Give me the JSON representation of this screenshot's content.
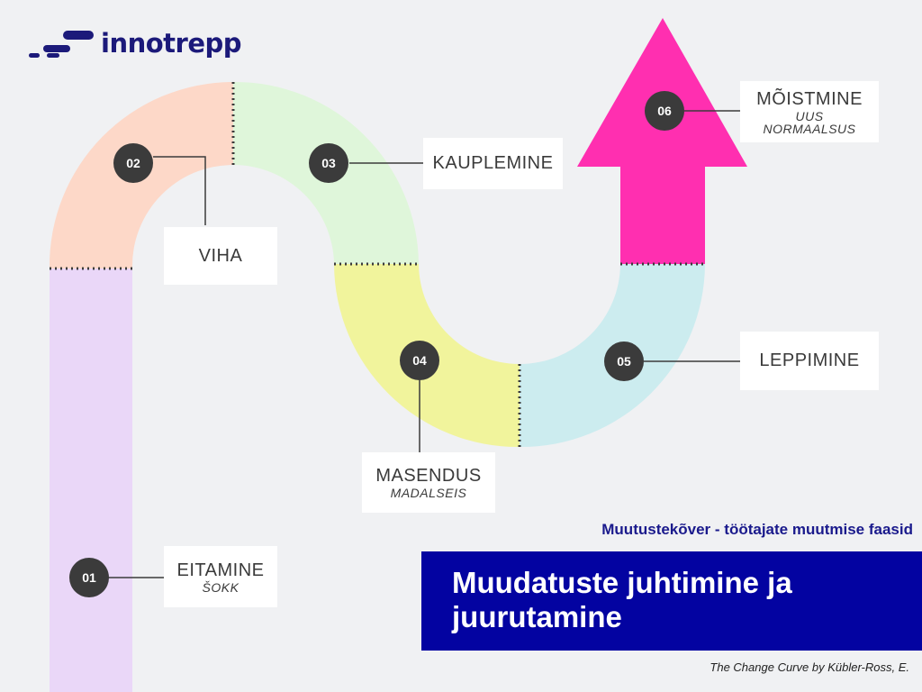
{
  "brand": {
    "name": "innotrepp"
  },
  "stages": [
    {
      "number": "01",
      "title": "EITAMINE",
      "subtitle": "ŠOKK"
    },
    {
      "number": "02",
      "title": "VIHA",
      "subtitle": ""
    },
    {
      "number": "03",
      "title": "KAUPLEMINE",
      "subtitle": ""
    },
    {
      "number": "04",
      "title": "MASENDUS",
      "subtitle": "MADALSEIS"
    },
    {
      "number": "05",
      "title": "LEPPIMINE",
      "subtitle": ""
    },
    {
      "number": "06",
      "title": "MÕISTMINE",
      "subtitle": "UUS NORMAALSUS"
    }
  ],
  "subtitle": "Muutustekõver - töötajate muutmise faasid",
  "banner": "Muudatuste juhtimine ja juurutamine",
  "credit": "The  Change Curve by Kübler-Ross, E.",
  "colors": {
    "stage01": "#ead7f8",
    "stage02": "#fdd8c8",
    "stage03": "#dff6da",
    "stage04": "#f1f49c",
    "stage05": "#ccecef",
    "stage06": "#ff2fb0",
    "node": "#3b3b3b",
    "banner": "#0303a1",
    "brand": "#1c1a7a"
  }
}
